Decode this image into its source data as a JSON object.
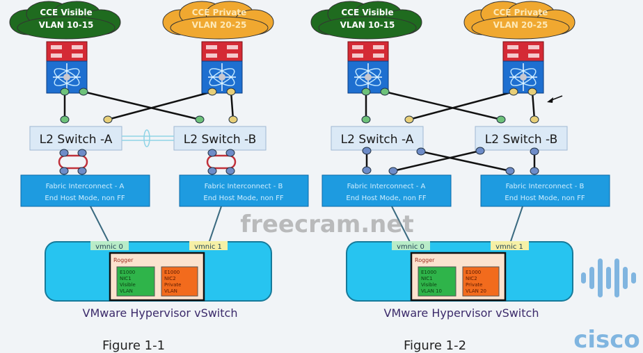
{
  "figures": [
    {
      "caption": "Figure 1-1",
      "cloud_visible": {
        "line1": "CCE Visible",
        "line2": "VLAN 10-15"
      },
      "cloud_private": {
        "line1": "CCE Private",
        "line2": "VLAN  20-25"
      },
      "switch_a": "L2 Switch -A",
      "switch_b": "L2 Switch -B",
      "fi_a": {
        "line1": "Fabric Interconnect  - A",
        "line2": "End Host Mode, non FF"
      },
      "fi_b": {
        "line1": "Fabric Interconnect  - B",
        "line2": "End Host Mode, non FF"
      },
      "vmnic0": "vmnic 0",
      "vmnic1": "vmnic 1",
      "vm_name": "Rogger",
      "nic1": [
        "E1000",
        "NIC1",
        "Visible",
        "VLAN"
      ],
      "nic2": [
        "E1000",
        "NIC2",
        "Private",
        "VLAN"
      ],
      "vswitch": "VMware Hypervisor vSwitch"
    },
    {
      "caption": "Figure 1-2",
      "cloud_visible": {
        "line1": "CCE Visible",
        "line2": "VLAN 10-15"
      },
      "cloud_private": {
        "line1": "CCE Private",
        "line2": "VLAN  20-25"
      },
      "switch_a": "L2 Switch -A",
      "switch_b": "L2 Switch -B",
      "fi_a": {
        "line1": "Fabric Interconnect  - A",
        "line2": "End Host Mode, non FF"
      },
      "fi_b": {
        "line1": "Fabric Interconnect  - B",
        "line2": "End Host Mode, non FF"
      },
      "vmnic0": "vmnic 0",
      "vmnic1": "vmnic 1",
      "vm_name": "Rogger",
      "nic1": [
        "E1000",
        "NIC1",
        "Visible",
        "VLAN 10"
      ],
      "nic2": [
        "E1000",
        "NIC2",
        "Private",
        "VLAN 20"
      ],
      "vswitch": "VMware Hypervisor vSwitch"
    }
  ],
  "watermarks": {
    "site": "freecram.net",
    "logo": "cisco"
  },
  "colors": {
    "visible": "#1f6b1f",
    "private": "#f0a830",
    "fabric": "#1e9be0",
    "vswitch": "#27c4f0",
    "router_red": "#d42a35",
    "router_blue": "#1e6fd0"
  }
}
